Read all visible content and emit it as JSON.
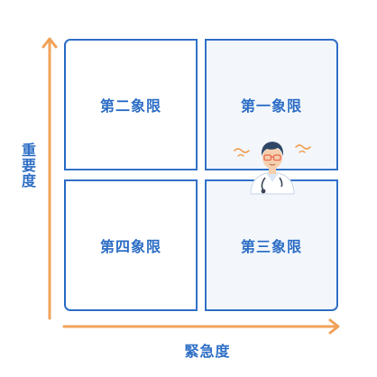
{
  "quadrants": {
    "q1": "第一象限",
    "q2": "第二象限",
    "q3": "第三象限",
    "q4": "第四象限"
  },
  "axes": {
    "y_label": "重要度",
    "x_label": "緊急度"
  },
  "colors": {
    "border": "#2f6fc6",
    "text": "#2f6fc6",
    "arrow": "#f0a259",
    "highlight_fill": "#f3f7fc"
  },
  "icons": {
    "figure": "doctor-icon"
  }
}
